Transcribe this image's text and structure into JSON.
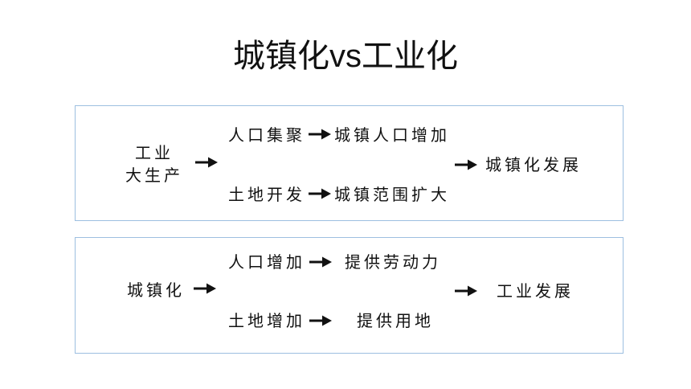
{
  "title": "城镇化vs工业化",
  "box1": {
    "source_line1": "工业",
    "source_line2": "大生产",
    "row1_cause": "人口集聚",
    "row1_effect": "城镇人口增加",
    "row2_cause": "土地开发",
    "row2_effect": "城镇范围扩大",
    "result": "城镇化发展"
  },
  "box2": {
    "source": "城镇化",
    "row1_cause": "人口增加",
    "row1_effect": "提供劳动力",
    "row2_cause": "土地增加",
    "row2_effect": "提供用地",
    "result": "工业发展"
  },
  "colors": {
    "border": "#9dbfe0",
    "text": "#111111",
    "arrow": "#111111"
  },
  "icons": {
    "arrow": "arrow-right-icon"
  }
}
